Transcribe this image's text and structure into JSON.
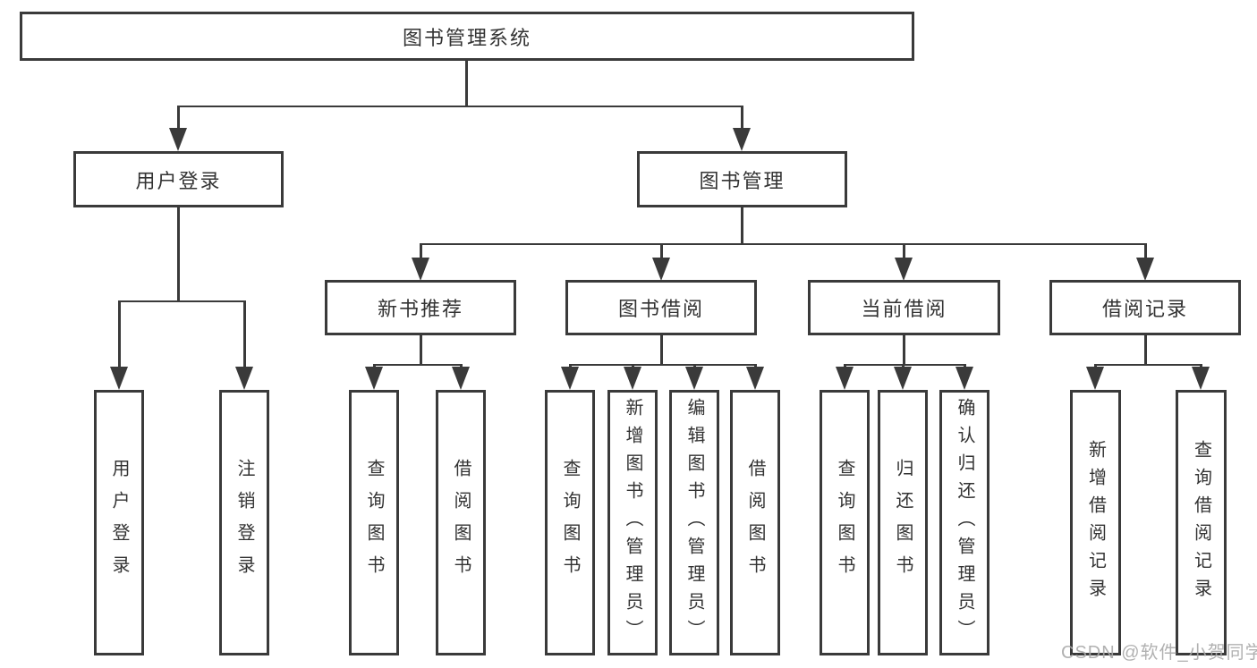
{
  "diagram_title": "图书管理系统",
  "tree": {
    "label": "图书管理系统",
    "children": [
      {
        "label": "用户登录",
        "children": [
          {
            "label": "用户登录"
          },
          {
            "label": "注销登录"
          }
        ]
      },
      {
        "label": "图书管理",
        "children": [
          {
            "label": "新书推荐",
            "children": [
              {
                "label": "查询图书"
              },
              {
                "label": "借阅图书"
              }
            ]
          },
          {
            "label": "图书借阅",
            "children": [
              {
                "label": "查询图书"
              },
              {
                "label": "新增图书（管理员）"
              },
              {
                "label": "编辑图书（管理员）"
              },
              {
                "label": "借阅图书"
              }
            ]
          },
          {
            "label": "当前借阅",
            "children": [
              {
                "label": "查询图书"
              },
              {
                "label": "归还图书"
              },
              {
                "label": "确认归还（管理员）"
              }
            ]
          },
          {
            "label": "借阅记录",
            "children": [
              {
                "label": "新增借阅记录"
              },
              {
                "label": "查询借阅记录"
              }
            ]
          }
        ]
      }
    ]
  },
  "watermark": "CSDN @软件_小贺同学",
  "colors": {
    "line": "#3a3a3a",
    "text": "#333333",
    "background": "#ffffff",
    "watermark": "#a8a8a8"
  }
}
